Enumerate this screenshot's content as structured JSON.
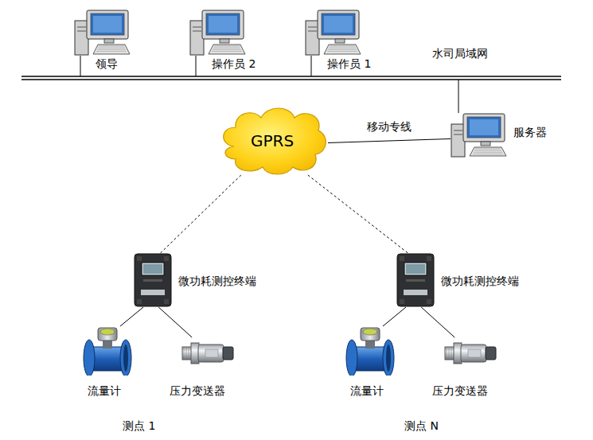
{
  "diagram": {
    "nodes": [
      {
        "text": [
          "领导"
        ]
      },
      {
        "text": [
          "操作员 2"
        ]
      },
      {
        "text": [
          "操作员 1"
        ]
      },
      {
        "text": [
          "服务器"
        ]
      },
      {
        "text": [
          "GPRS"
        ]
      },
      {
        "text": [
          "微功耗测控终端"
        ]
      },
      {
        "text": [
          "微功耗测控终端"
        ]
      },
      {
        "text": [
          "流量计"
        ]
      },
      {
        "text": [
          "压力变送器"
        ]
      },
      {
        "text": [
          "流量计"
        ]
      },
      {
        "text": [
          "压力变送器"
        ]
      }
    ],
    "edges": [
      {
        "from": 4,
        "to": 3,
        "label": "移动专线",
        "arrow": "none"
      },
      {
        "from": 4,
        "to": 5,
        "arrow": "none"
      },
      {
        "from": 4,
        "to": 6,
        "arrow": "none"
      },
      {
        "from": 5,
        "to": 7,
        "arrow": "none"
      },
      {
        "from": 5,
        "to": 8,
        "arrow": "none"
      },
      {
        "from": 6,
        "to": 9,
        "arrow": "none"
      },
      {
        "from": 6,
        "to": 10,
        "arrow": "none"
      }
    ],
    "labels": [
      "水司局域网",
      "测点 1",
      "测点 N"
    ]
  }
}
